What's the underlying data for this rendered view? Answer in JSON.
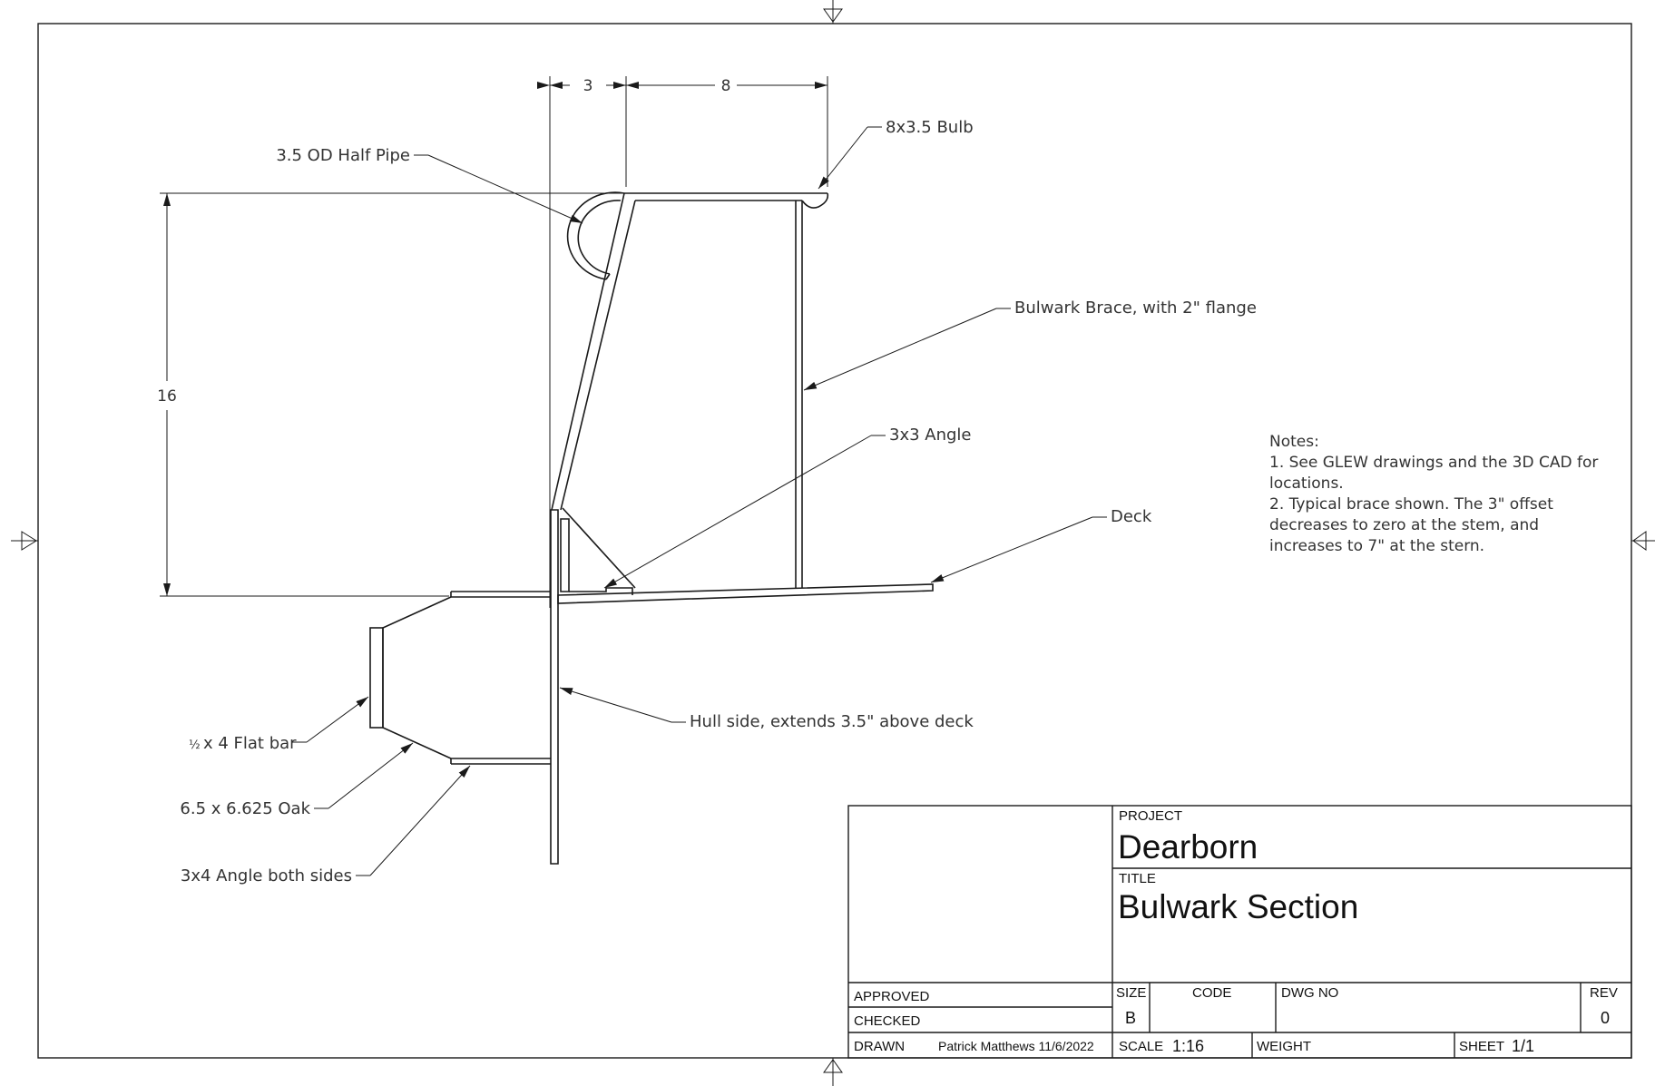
{
  "dimensions": {
    "d3": "3",
    "d8": "8",
    "d16": "16"
  },
  "callouts": {
    "bulb": "8x3.5 Bulb",
    "half_pipe": "3.5 OD Half Pipe",
    "brace": "Bulwark Brace, with 2\" flange",
    "angle3x3": "3x3 Angle",
    "deck": "Deck",
    "hull_side": "Hull side, extends 3.5\" above deck",
    "flat_bar_frac": "½",
    "flat_bar": "x 4 Flat bar",
    "oak": "6.5 x 6.625 Oak",
    "angle3x4": "3x4 Angle both sides"
  },
  "notes": {
    "heading": "Notes:",
    "lines": [
      "1. See GLEW drawings and the 3D CAD for",
      "locations.",
      "2. Typical brace shown. The 3\" offset",
      "decreases to zero at the stem, and",
      "increases to 7\" at the stern."
    ]
  },
  "title_block": {
    "project_label": "PROJECT",
    "project": "Dearborn",
    "title_label": "TITLE",
    "title": "Bulwark Section",
    "approved_label": "APPROVED",
    "checked_label": "CHECKED",
    "drawn_label": "DRAWN",
    "drawn_by": "Patrick Matthews 11/6/2022",
    "size_label": "SIZE",
    "size": "B",
    "code_label": "CODE",
    "dwg_no_label": "DWG NO",
    "rev_label": "REV",
    "rev": "0",
    "scale_label": "SCALE",
    "scale": "1:16",
    "weight_label": "WEIGHT",
    "sheet_label": "SHEET",
    "sheet": "1/1"
  }
}
